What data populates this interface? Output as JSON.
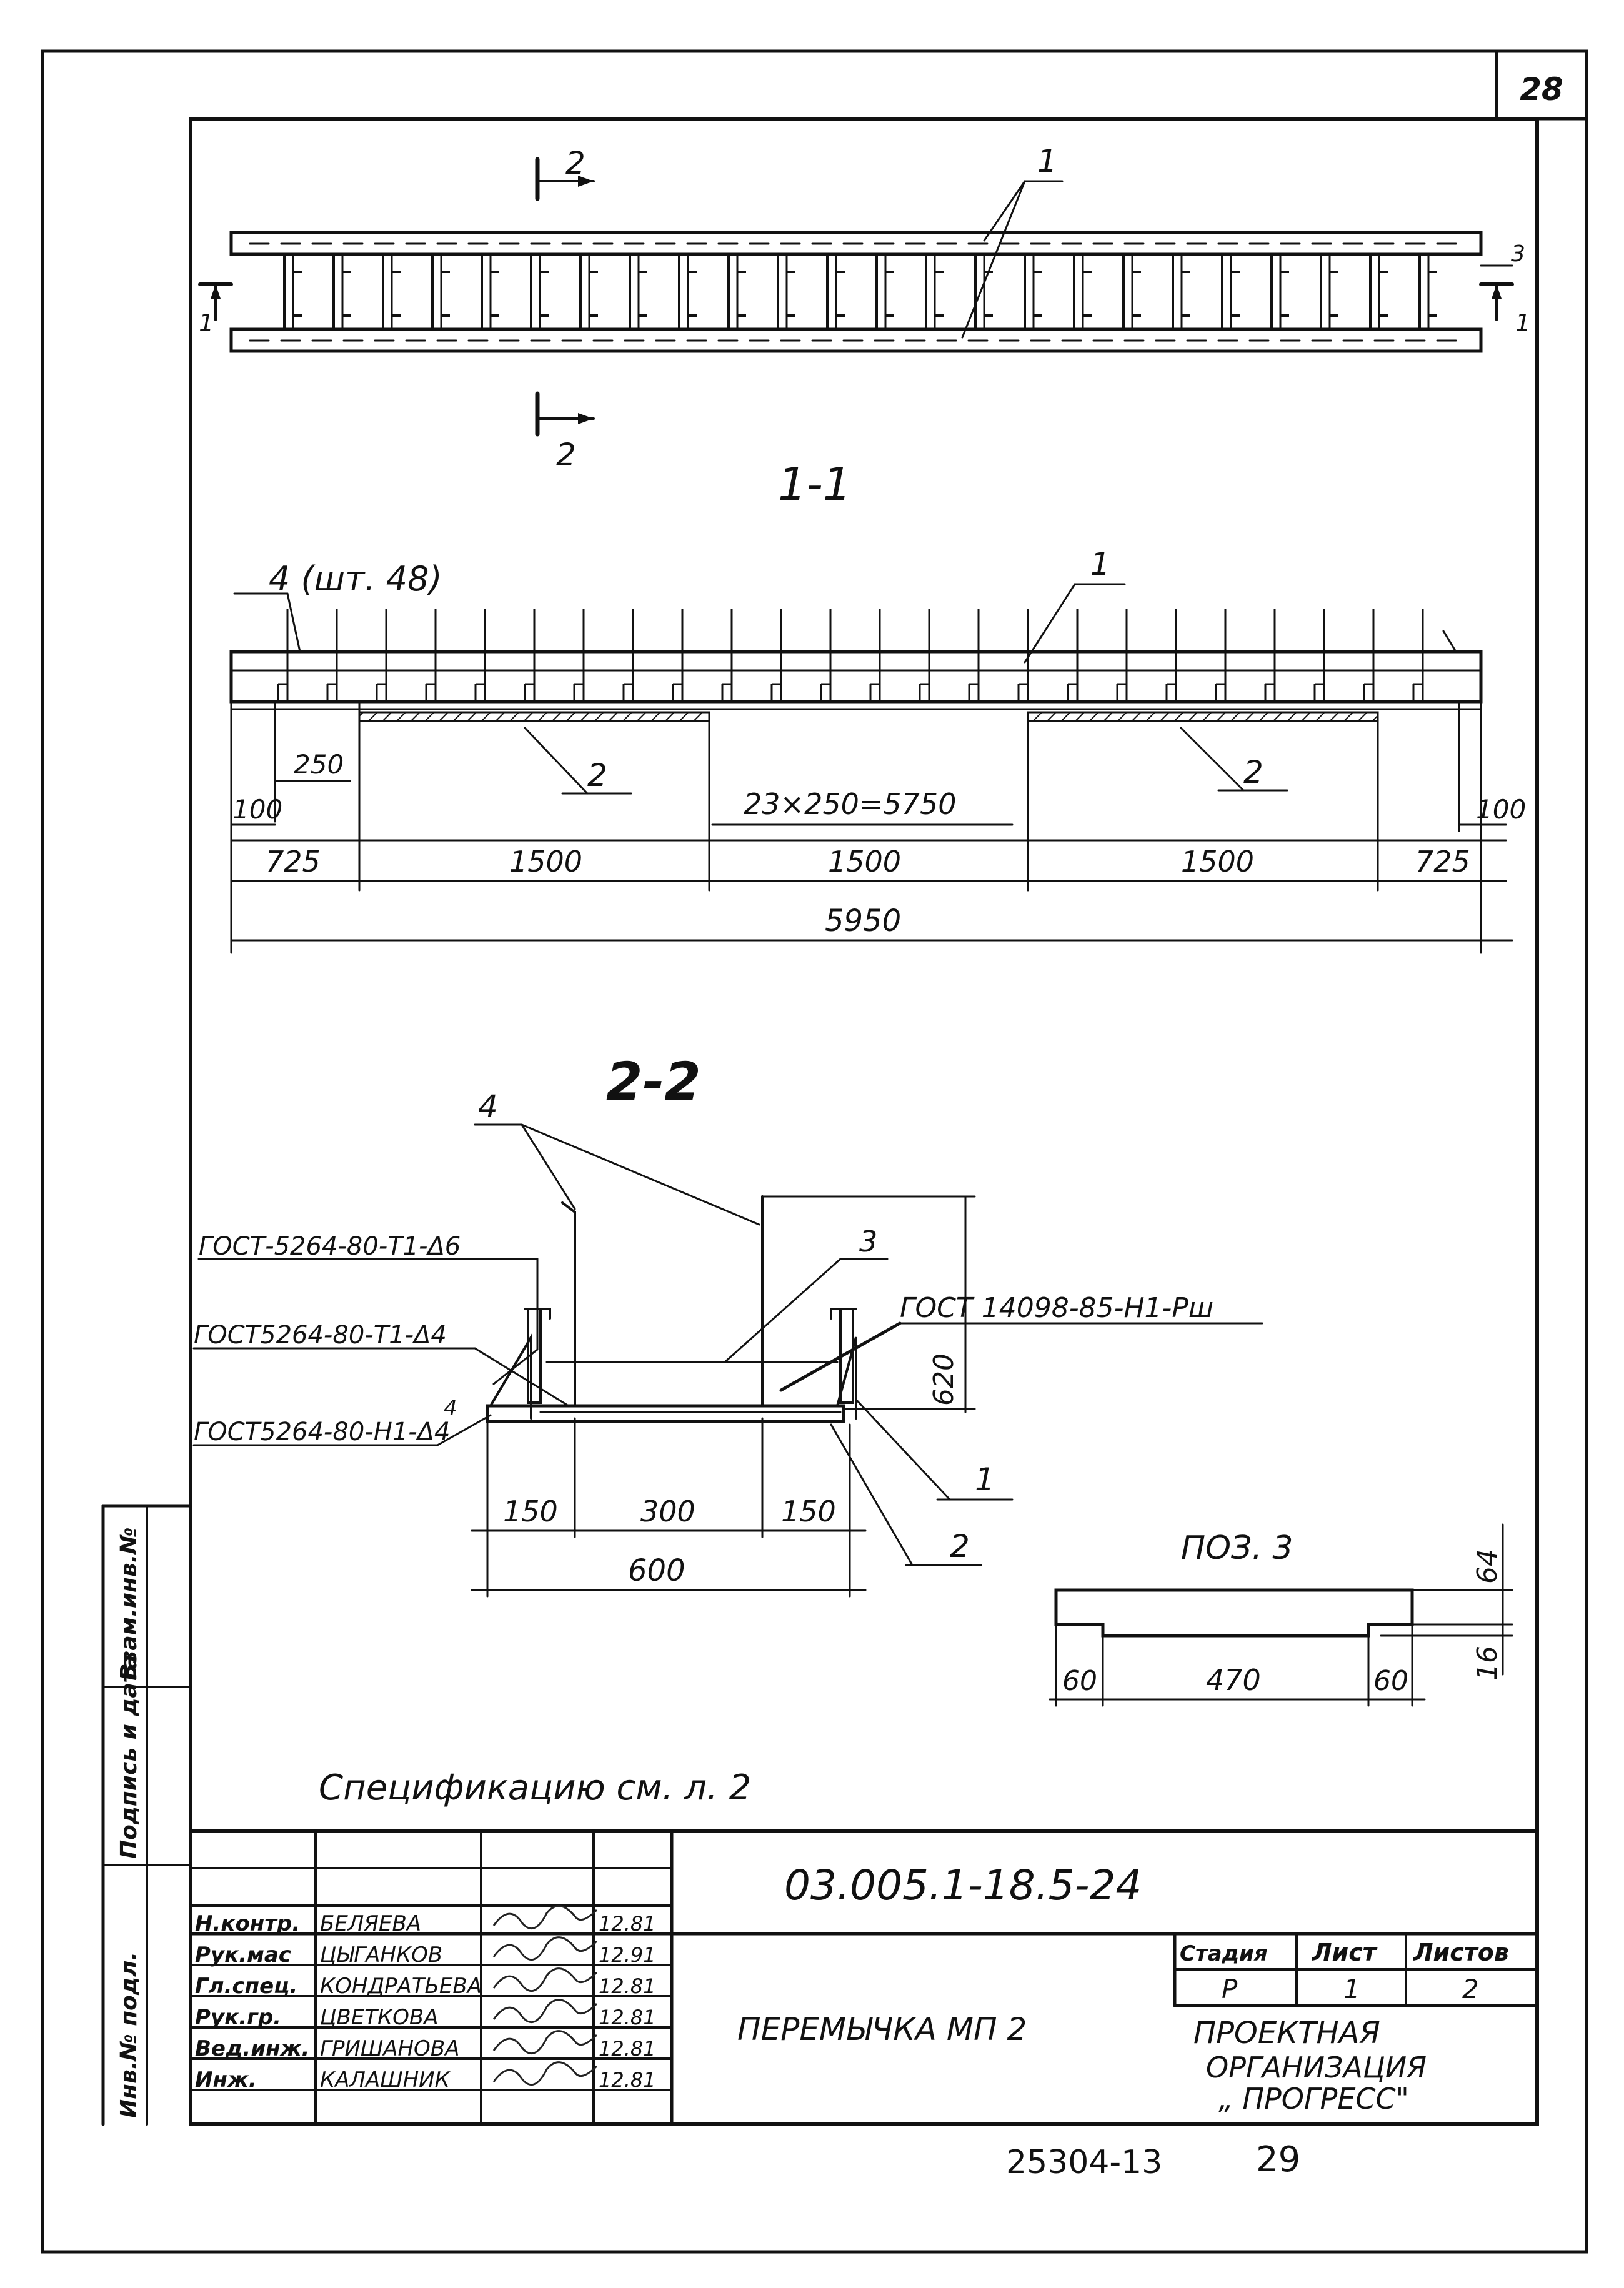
{
  "sheet_corner_number": "28",
  "plan": {
    "section_mark_label": "2",
    "end_mark_label": "1",
    "callout_1": "1",
    "callout_3": "3"
  },
  "section_1_1": {
    "title": "1-1",
    "stirrups_callout": "4 (шт. 48)",
    "callout_1": "1",
    "callout_2a": "2",
    "callout_2b": "2",
    "dim_100_left": "100",
    "dim_250": "250",
    "dim_spacing": "23×250=5750",
    "dim_100_right": "100",
    "dim_725_left": "725",
    "dim_1500_a": "1500",
    "dim_1500_b": "1500",
    "dim_1500_c": "1500",
    "dim_725_right": "725",
    "dim_total": "5950"
  },
  "section_2_2": {
    "title": "2-2",
    "callout_4": "4",
    "callout_3": "3",
    "callout_1": "1",
    "callout_2": "2",
    "small_callout_4": "4",
    "gost_a": "ГОСТ-5264-80-Т1-Δ6",
    "gost_b": "ГОСТ5264-80-Т1-Δ4",
    "gost_c": "ГОСТ5264-80-Н1-Δ4",
    "gost_d": "ГОСТ 14098-85-Н1-Рш",
    "dim_height": "620",
    "dim_150_left": "150",
    "dim_300": "300",
    "dim_150_right": "150",
    "dim_600": "600"
  },
  "pos3": {
    "title": "ПОЗ. 3",
    "dim_64": "64",
    "dim_16": "16",
    "dim_60_left": "60",
    "dim_470": "470",
    "dim_60_right": "60"
  },
  "spec_note": "Спецификацию см. л. 2",
  "side_stamp": {
    "field_1": "Взам.инв.№",
    "field_2": "Подпись и дата",
    "field_3": "Инв.№ подл."
  },
  "title_block": {
    "doc_code": "03.005.1-18.5-24",
    "drawing_name": "ПЕРЕМЫЧКА МП 2",
    "stage_header": "Стадия",
    "sheet_header": "Лист",
    "sheets_header": "Листов",
    "stage_value": "Р",
    "sheet_value": "1",
    "sheets_value": "2",
    "org_line_1": "ПРОЕКТНАЯ",
    "org_line_2": "ОРГАНИЗАЦИЯ",
    "org_line_3": "„ ПРОГРЕСС\"",
    "staff": [
      {
        "role": "Н.контр.",
        "name": "БЕЛЯЕВА",
        "date": "12.81"
      },
      {
        "role": "Рук.мас",
        "name": "ЦЫГАНКОВ",
        "date": "12.91"
      },
      {
        "role": "Гл.спец.",
        "name": "КОНДРАТЬЕВА",
        "date": "12.81"
      },
      {
        "role": "Рук.гр.",
        "name": "ЦВЕТКОВА",
        "date": "12.81"
      },
      {
        "role": "Вед.инж.",
        "name": "ГРИШАНОВА",
        "date": "12.81"
      },
      {
        "role": "Инж.",
        "name": "КАЛАШНИК",
        "date": "12.81"
      }
    ]
  },
  "archive_number": "25304-13",
  "page_number": "29"
}
